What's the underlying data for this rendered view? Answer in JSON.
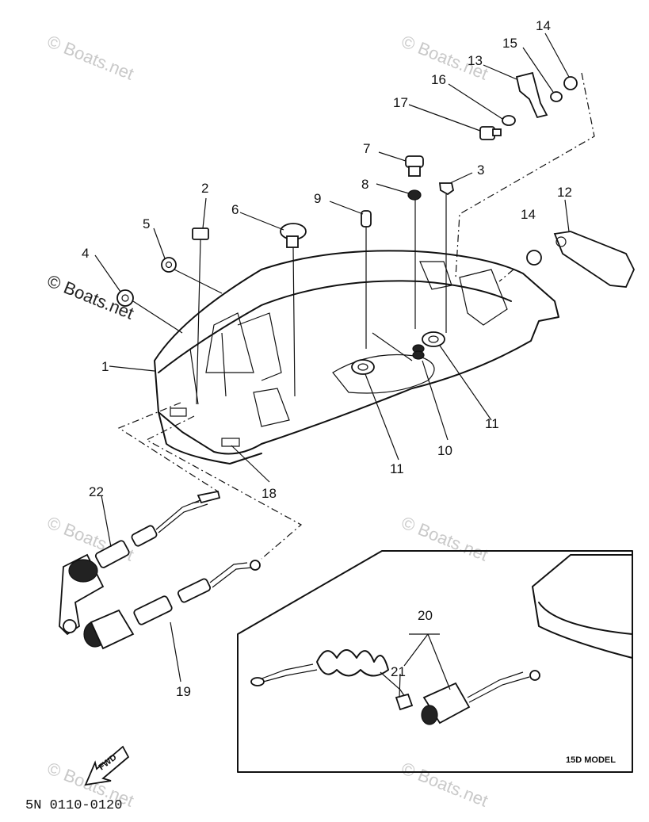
{
  "watermark": "© Boats.net",
  "callouts": [
    "1",
    "2",
    "3",
    "4",
    "5",
    "6",
    "7",
    "8",
    "9",
    "10",
    "11",
    "11",
    "12",
    "13",
    "14",
    "14",
    "15",
    "16",
    "17",
    "18",
    "19",
    "20",
    "21",
    "22"
  ],
  "fwd_label": "FWD",
  "inset_label": "15D MODEL",
  "drawing_code": "5N 0110-0120"
}
